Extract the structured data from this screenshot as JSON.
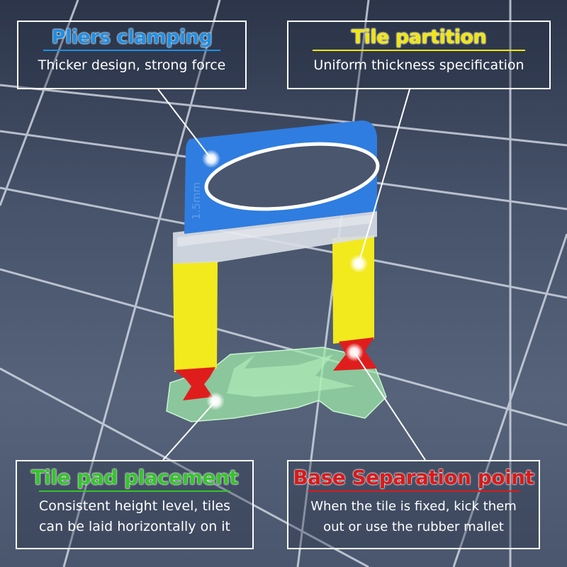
{
  "callouts": {
    "pliers": {
      "title": "Pliers clamping",
      "description": "Thicker design, strong force",
      "color": "#1e8fe6"
    },
    "partition": {
      "title": "Tile partition",
      "description": "Uniform thickness specification",
      "color": "#f2e60a"
    },
    "pad": {
      "title": "Tile pad placement",
      "description_line1": "Consistent height level, tiles",
      "description_line2": "can be laid horizontally on it",
      "color": "#35c42b"
    },
    "separation": {
      "title": "Base Separation point",
      "description_line1": "When the tile is fixed, kick them",
      "description_line2": "out or use the rubber mallet",
      "color": "#d81a1a"
    }
  },
  "product": {
    "size_mark": "1.5mm",
    "colors": {
      "clip_top": "#2f7de0",
      "partition": "#d8dde6",
      "legs": "#f2ea1d",
      "separation_points": "#e01d1d",
      "base_pad": "#9ee8a8"
    }
  },
  "icons": {
    "marker": "glowing-dot-marker",
    "leader": "pointer-line"
  }
}
